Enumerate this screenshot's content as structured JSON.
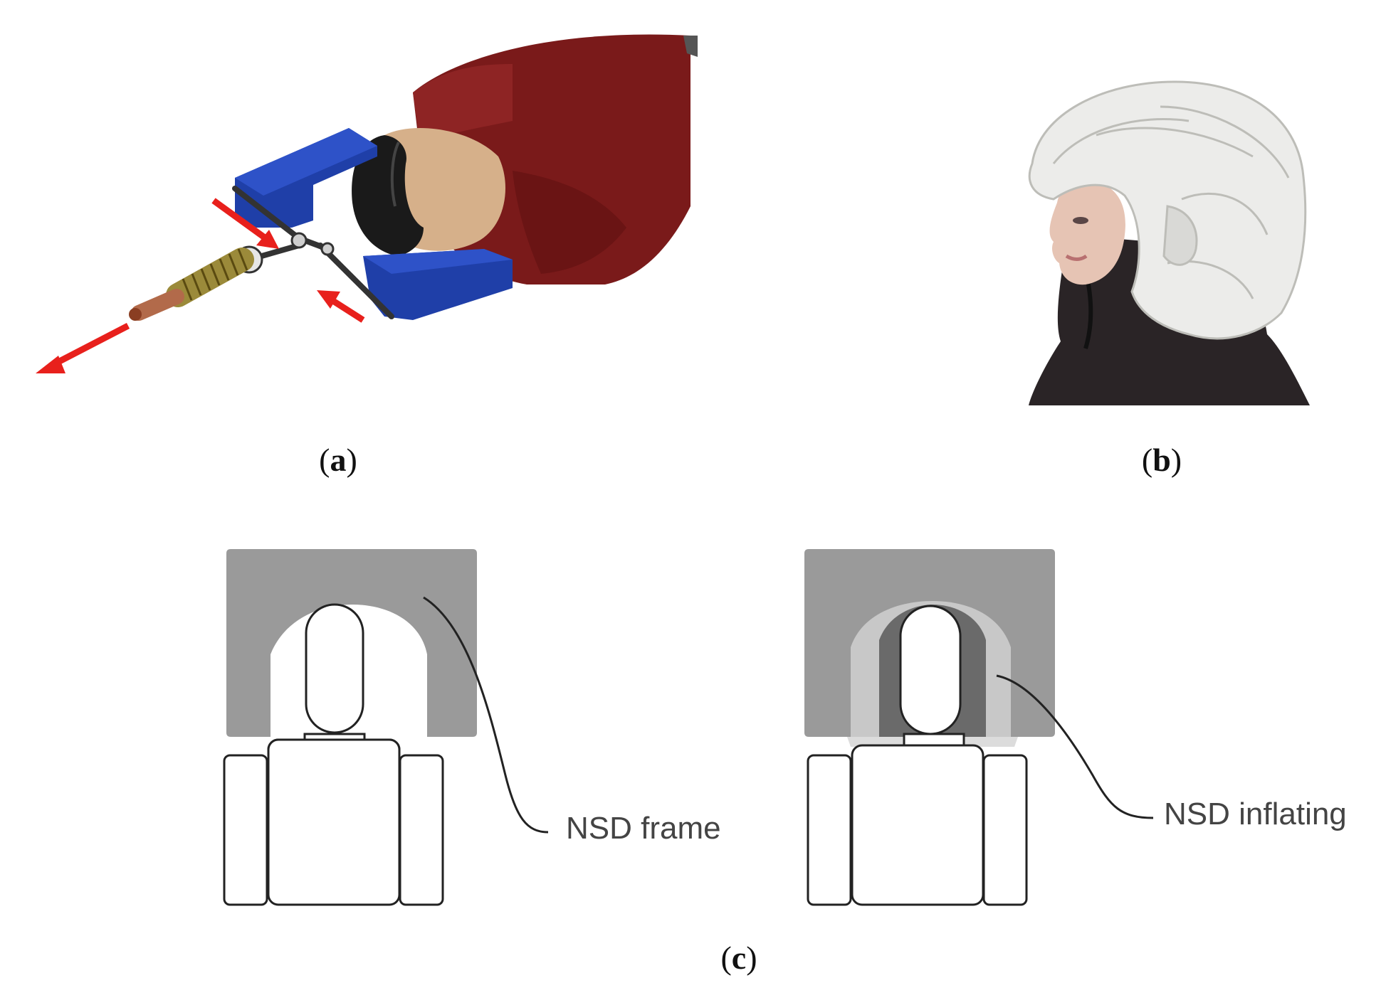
{
  "panels": {
    "a": {
      "letter": "a",
      "illustration": "supine-patient-head-restraint-mechanism"
    },
    "b": {
      "letter": "b",
      "illustration": "inflatable-airbag-helmet-photo"
    },
    "c": {
      "letter": "c",
      "left_label": "NSD frame",
      "right_label": "NSD inflating"
    }
  },
  "colors": {
    "arrow": "#e8201c",
    "pad": "#1f3fa8",
    "shirt": "#7a1a1a",
    "skin": "#d6b08a",
    "frame_gray": "#9a9a9a",
    "airbag": "#ececea",
    "outline": "#222222"
  }
}
